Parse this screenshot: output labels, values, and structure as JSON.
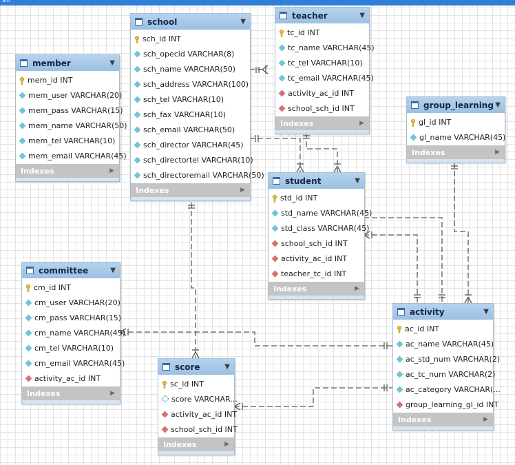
{
  "window": {
    "title_fragment": "am"
  },
  "colors": {
    "header": "#9cc0e3",
    "indexes_bar": "#c4c4c4",
    "connector": "#5a5a5a",
    "fk_icon": "#d27272",
    "column_icon": "#6fc4d6",
    "pk_icon": "#e8c33a"
  },
  "tables": {
    "school": {
      "name": "school",
      "columns": [
        {
          "text": "sch_id INT",
          "kind": "pk"
        },
        {
          "text": "sch_opecid VARCHAR(8)",
          "kind": "column"
        },
        {
          "text": "sch_name VARCHAR(50)",
          "kind": "column"
        },
        {
          "text": "sch_address VARCHAR(100)",
          "kind": "column"
        },
        {
          "text": "sch_tel VARCHAR(10)",
          "kind": "column"
        },
        {
          "text": "sch_fax VARCHAR(10)",
          "kind": "column"
        },
        {
          "text": "sch_email VARCHAR(50)",
          "kind": "column"
        },
        {
          "text": "sch_director VARCHAR(45)",
          "kind": "column"
        },
        {
          "text": "sch_directortel VARCHAR(10)",
          "kind": "column"
        },
        {
          "text": "sch_directoremail VARCHAR(50)",
          "kind": "column"
        }
      ],
      "indexes_label": "Indexes"
    },
    "teacher": {
      "name": "teacher",
      "columns": [
        {
          "text": "tc_id INT",
          "kind": "pk"
        },
        {
          "text": "tc_name VARCHAR(45)",
          "kind": "column"
        },
        {
          "text": "tc_tel VARCHAR(10)",
          "kind": "column"
        },
        {
          "text": "tc_email VARCHAR(45)",
          "kind": "column"
        },
        {
          "text": "activity_ac_id INT",
          "kind": "fk"
        },
        {
          "text": "school_sch_id INT",
          "kind": "fk"
        }
      ],
      "indexes_label": "Indexes"
    },
    "member": {
      "name": "member",
      "columns": [
        {
          "text": "mem_id INT",
          "kind": "pk"
        },
        {
          "text": "mem_user VARCHAR(20)",
          "kind": "column"
        },
        {
          "text": "mem_pass VARCHAR(15)",
          "kind": "column"
        },
        {
          "text": "mem_name VARCHAR(50)",
          "kind": "column"
        },
        {
          "text": "mem_tel VARCHAR(10)",
          "kind": "column"
        },
        {
          "text": "mem_email VARCHAR(45)",
          "kind": "column"
        }
      ],
      "indexes_label": "Indexes"
    },
    "group_learning": {
      "name": "group_learning",
      "columns": [
        {
          "text": "gl_id INT",
          "kind": "pk"
        },
        {
          "text": "gl_name VARCHAR(45)",
          "kind": "column"
        }
      ],
      "indexes_label": "Indexes"
    },
    "student": {
      "name": "student",
      "columns": [
        {
          "text": "std_id INT",
          "kind": "pk"
        },
        {
          "text": "std_name VARCHAR(45)",
          "kind": "column"
        },
        {
          "text": "std_class VARCHAR(45)",
          "kind": "column"
        },
        {
          "text": "school_sch_id INT",
          "kind": "fk"
        },
        {
          "text": "activity_ac_id INT",
          "kind": "fk"
        },
        {
          "text": "teacher_tc_id INT",
          "kind": "fk"
        }
      ],
      "indexes_label": "Indexes"
    },
    "committee": {
      "name": "committee",
      "columns": [
        {
          "text": "cm_id INT",
          "kind": "pk"
        },
        {
          "text": "cm_user VARCHAR(20)",
          "kind": "column"
        },
        {
          "text": "cm_pass VARCHAR(15)",
          "kind": "column"
        },
        {
          "text": "cm_name VARCHAR(45)",
          "kind": "column"
        },
        {
          "text": "cm_tel VARCHAR(10)",
          "kind": "column"
        },
        {
          "text": "cm_email VARCHAR(45)",
          "kind": "column"
        },
        {
          "text": "activity_ac_id INT",
          "kind": "fk"
        }
      ],
      "indexes_label": "Indexes"
    },
    "score": {
      "name": "score",
      "columns": [
        {
          "text": "sc_id INT",
          "kind": "pk"
        },
        {
          "text": "score VARCHAR...",
          "kind": "nullable"
        },
        {
          "text": "activity_ac_id INT",
          "kind": "fk"
        },
        {
          "text": "school_sch_id INT",
          "kind": "fk"
        }
      ],
      "indexes_label": "Indexes"
    },
    "activity": {
      "name": "activity",
      "columns": [
        {
          "text": "ac_id INT",
          "kind": "pk"
        },
        {
          "text": "ac_name VARCHAR(45)",
          "kind": "column"
        },
        {
          "text": "ac_std_num VARCHAR(2)",
          "kind": "column"
        },
        {
          "text": "ac_tc_num VARCHAR(2)",
          "kind": "column"
        },
        {
          "text": "ac_category VARCHAR(...",
          "kind": "column"
        },
        {
          "text": "group_learning_gl_id INT",
          "kind": "fk"
        }
      ],
      "indexes_label": "Indexes"
    }
  }
}
